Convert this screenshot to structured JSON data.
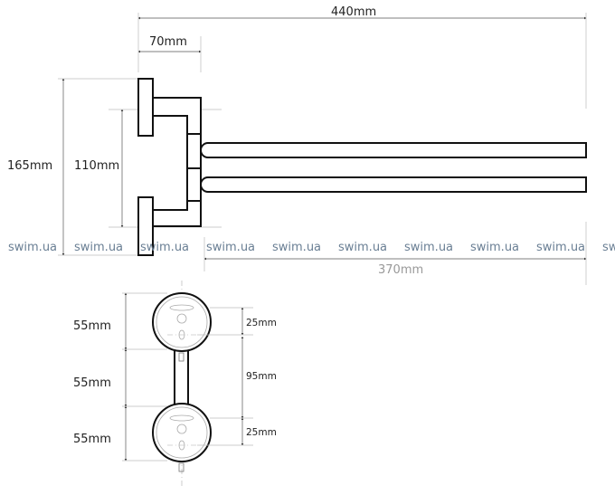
{
  "top_view": {
    "overall_length": "440mm",
    "mount_depth": "70mm",
    "total_height": "165mm",
    "mount_spacing": "110mm",
    "bar_length": "370mm"
  },
  "front_view": {
    "left_dims": [
      "55mm",
      "55mm",
      "55mm"
    ],
    "right_dims": [
      "25mm",
      "95mm",
      "25mm"
    ]
  },
  "watermark": [
    "swim.ua",
    "swim.ua",
    "swim.ua",
    "swim.ua",
    "swim.ua",
    "swim.ua",
    "swim.ua",
    "swim.ua",
    "swim.ua",
    "sw"
  ]
}
